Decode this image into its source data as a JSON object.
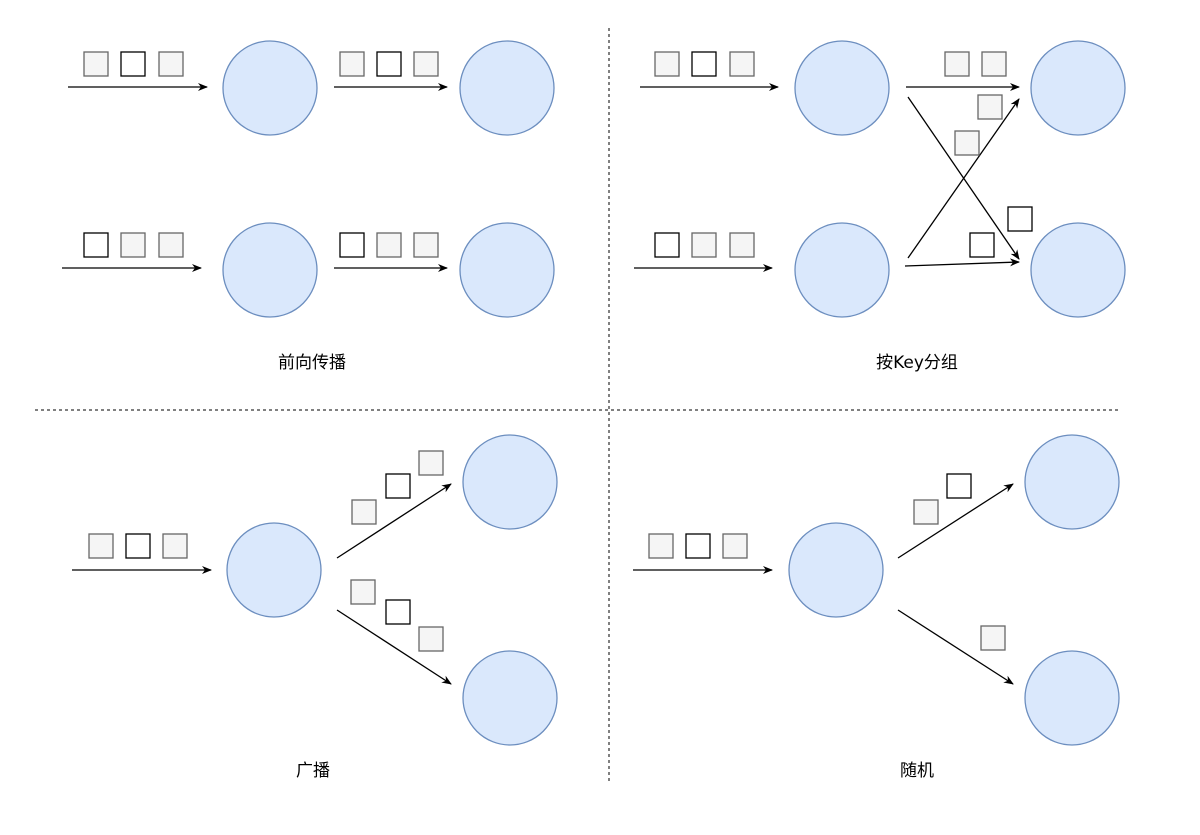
{
  "palette": {
    "node_fill": "#dae8fc",
    "node_stroke": "#6c8ebf",
    "record_gray_fill": "#f5f5f5",
    "record_gray_stroke": "#666666",
    "record_white_fill": "#ffffff",
    "record_white_stroke": "#000000",
    "edge": "#000000",
    "divider": "#000000"
  },
  "panels": {
    "forward": {
      "caption": "前向传播",
      "records": {
        "row1_in": [
          "gray",
          "white",
          "gray"
        ],
        "row1_out": [
          "gray",
          "white",
          "gray"
        ],
        "row2_in": [
          "white",
          "gray",
          "gray"
        ],
        "row2_out": [
          "white",
          "gray",
          "gray"
        ]
      }
    },
    "keyby": {
      "caption": "按Key分组",
      "records": {
        "row1_in": [
          "gray",
          "white",
          "gray"
        ],
        "row2_in": [
          "white",
          "gray",
          "gray"
        ],
        "to_top_straight": [
          "gray",
          "gray"
        ],
        "to_top_cross": [
          "gray",
          "gray"
        ],
        "to_bottom_cross": [
          "white"
        ],
        "to_bottom_straight": [
          "white"
        ]
      }
    },
    "broadcast": {
      "caption": "广播",
      "records": {
        "in": [
          "gray",
          "white",
          "gray"
        ],
        "to_top": [
          "gray",
          "white",
          "gray"
        ],
        "to_bottom": [
          "gray",
          "white",
          "gray"
        ]
      }
    },
    "random": {
      "caption": "随机",
      "records": {
        "in": [
          "gray",
          "white",
          "gray"
        ],
        "to_top": [
          "gray",
          "white"
        ],
        "to_bottom": [
          "gray"
        ]
      }
    }
  }
}
